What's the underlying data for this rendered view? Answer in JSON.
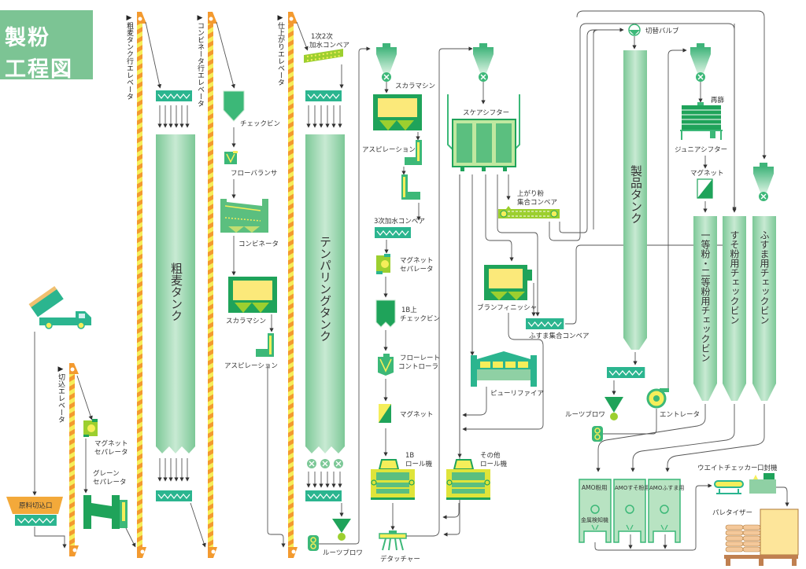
{
  "title": {
    "line1": "製粉",
    "line2": "工程図"
  },
  "colors": {
    "tank": "#8fd0a4",
    "tank_light": "#c8ead3",
    "dark_green": "#1fa35a",
    "mid_green": "#3cb878",
    "teal": "#2bb58f",
    "yellow": "#f5ee5a",
    "lime": "#9ccf2f",
    "orange": "#f39a2f",
    "title_bg": "#7cc494"
  },
  "elevators": {
    "wheat_tank": "▶粗麦タンク行エレベータ",
    "combinator": "▶コンビネータ行エレベータ",
    "finishing": "▶仕上がりエレベータ",
    "intake": "▶切込エレベータ"
  },
  "tanks": {
    "raw_wheat": "粗麦タンク",
    "tempering": "テンパリングタンク",
    "product": "製品タンク",
    "grade12": "一等粉・二等粉用チェックビン",
    "suso": "すそ粉用チェックビン",
    "fusuma": "ふすま用チェックビン"
  },
  "labels": {
    "check_bin": "チェックビン",
    "flow_balancer": "フローバランサ",
    "combinator": "コンビネータ",
    "scalper1": "スカラマシン",
    "aspiration1": "アスピレーション",
    "conveyor12_l1": "1次2次",
    "conveyor12_l2": "加水コンベア",
    "scalper2": "スカラマシン",
    "aspiration2": "アスピレーション",
    "conveyor3": "3次加水コンベア",
    "magnet_sep_l1": "マグネット",
    "magnet_sep_l2": "セパレータ",
    "check_1b_l1": "1B上",
    "check_1b_l2": "チェックビン",
    "flow_ctrl_l1": "フローレート",
    "flow_ctrl_l2": "コントローラ",
    "magnet": "マグネット",
    "roll_1b_l1": "1B",
    "roll_1b_l2": "ロール機",
    "roll_other_l1": "その他",
    "roll_other_l2": "ロール機",
    "detacher": "デタッチャー",
    "roots_blower1": "ルーツブロワ",
    "square_sifter": "スケアシフター",
    "flour_conv_l1": "上がり粉",
    "flour_conv_l2": "集合コンベア",
    "bran_finisher": "ブランフィニッシャ",
    "bran_conveyor": "ふすま集合コンベア",
    "purifier": "ピューリファイア",
    "switch_valve": "切替バルブ",
    "resift": "再篩",
    "junior_sifter": "ジュニアシフター",
    "magnet2": "マグネット",
    "roots_blower2": "ルーツブロワ",
    "entoleter": "エントレータ",
    "amo1": "AMO粉用",
    "amo2": "AMOすそ粉用",
    "amo3": "AMOふすま用",
    "metal_detector": "金属検知機",
    "weight_checker": "ウエイトチェッカー",
    "sealer": "口封機",
    "palletizer": "パレタイザー",
    "raw_intake": "原料切込口",
    "magnet_sep_a_l1": "マグネット",
    "magnet_sep_a_l2": "セパレータ",
    "grain_sep_l1": "グレーン",
    "grain_sep_l2": "セパレータ"
  }
}
